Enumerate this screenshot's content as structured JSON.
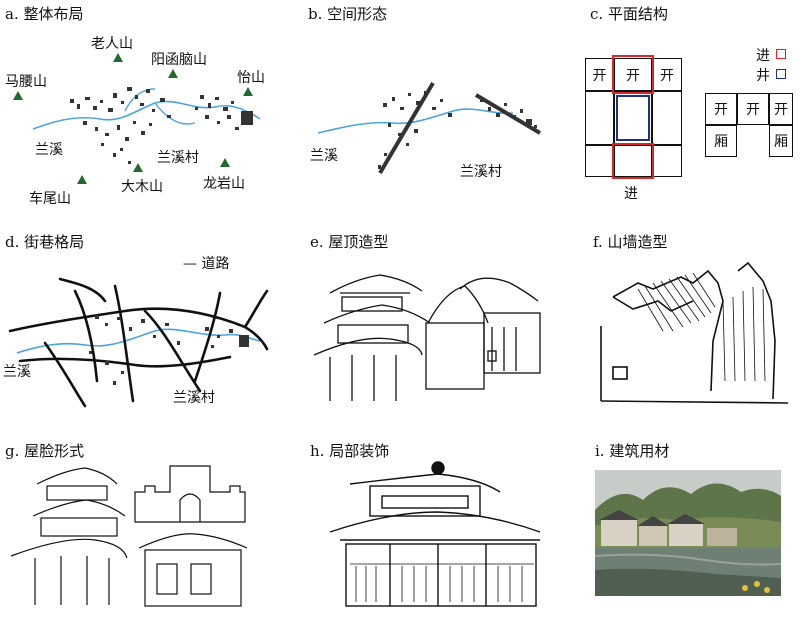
{
  "panels": {
    "a": {
      "title": "a. 整体布局",
      "labels": {
        "laoren": "老人山",
        "mayao": "马腰山",
        "yanghan": "阳函脑山",
        "yi": "怡山",
        "lanxi": "兰溪",
        "lanxicun": "兰溪村",
        "chewei": "车尾山",
        "damu": "大木山",
        "longyan": "龙岩山"
      }
    },
    "b": {
      "title": "b. 空间形态",
      "labels": {
        "lanxi": "兰溪",
        "lanxicun": "兰溪村"
      }
    },
    "c": {
      "title": "c. 平面结构",
      "legend": {
        "jin": "进",
        "jing": "井"
      },
      "cells": {
        "kai": "开",
        "xiang": "厢",
        "jin": "进"
      },
      "colors": {
        "red": "#d9262a",
        "blue": "#1d2f86"
      }
    },
    "d": {
      "title": "d. 街巷格局",
      "legend": "— 道路",
      "labels": {
        "lanxi": "兰溪",
        "lanxicun": "兰溪村"
      }
    },
    "e": {
      "title": "e. 屋顶造型"
    },
    "f": {
      "title": "f. 山墙造型"
    },
    "g": {
      "title": "g. 屋脸形式"
    },
    "h": {
      "title": "h. 局部装饰"
    },
    "i": {
      "title": "i. 建筑用材"
    },
    "colors": {
      "river": "#4aa3df",
      "mountain": "#1f6b2b",
      "building": "#333333"
    }
  }
}
